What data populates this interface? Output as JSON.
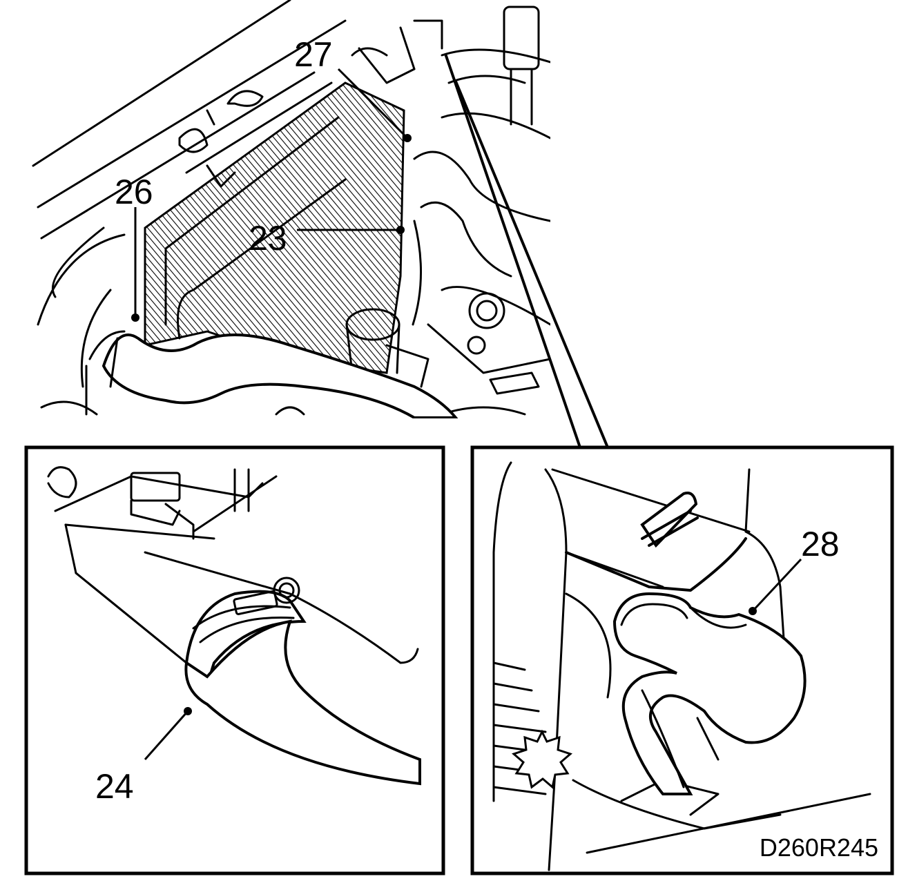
{
  "callouts": {
    "c23": "23",
    "c24": "24",
    "c26": "26",
    "c27": "27",
    "c28": "28"
  },
  "figure_code": "D260R245",
  "colors": {
    "ink": "#000000",
    "paper": "#ffffff"
  }
}
